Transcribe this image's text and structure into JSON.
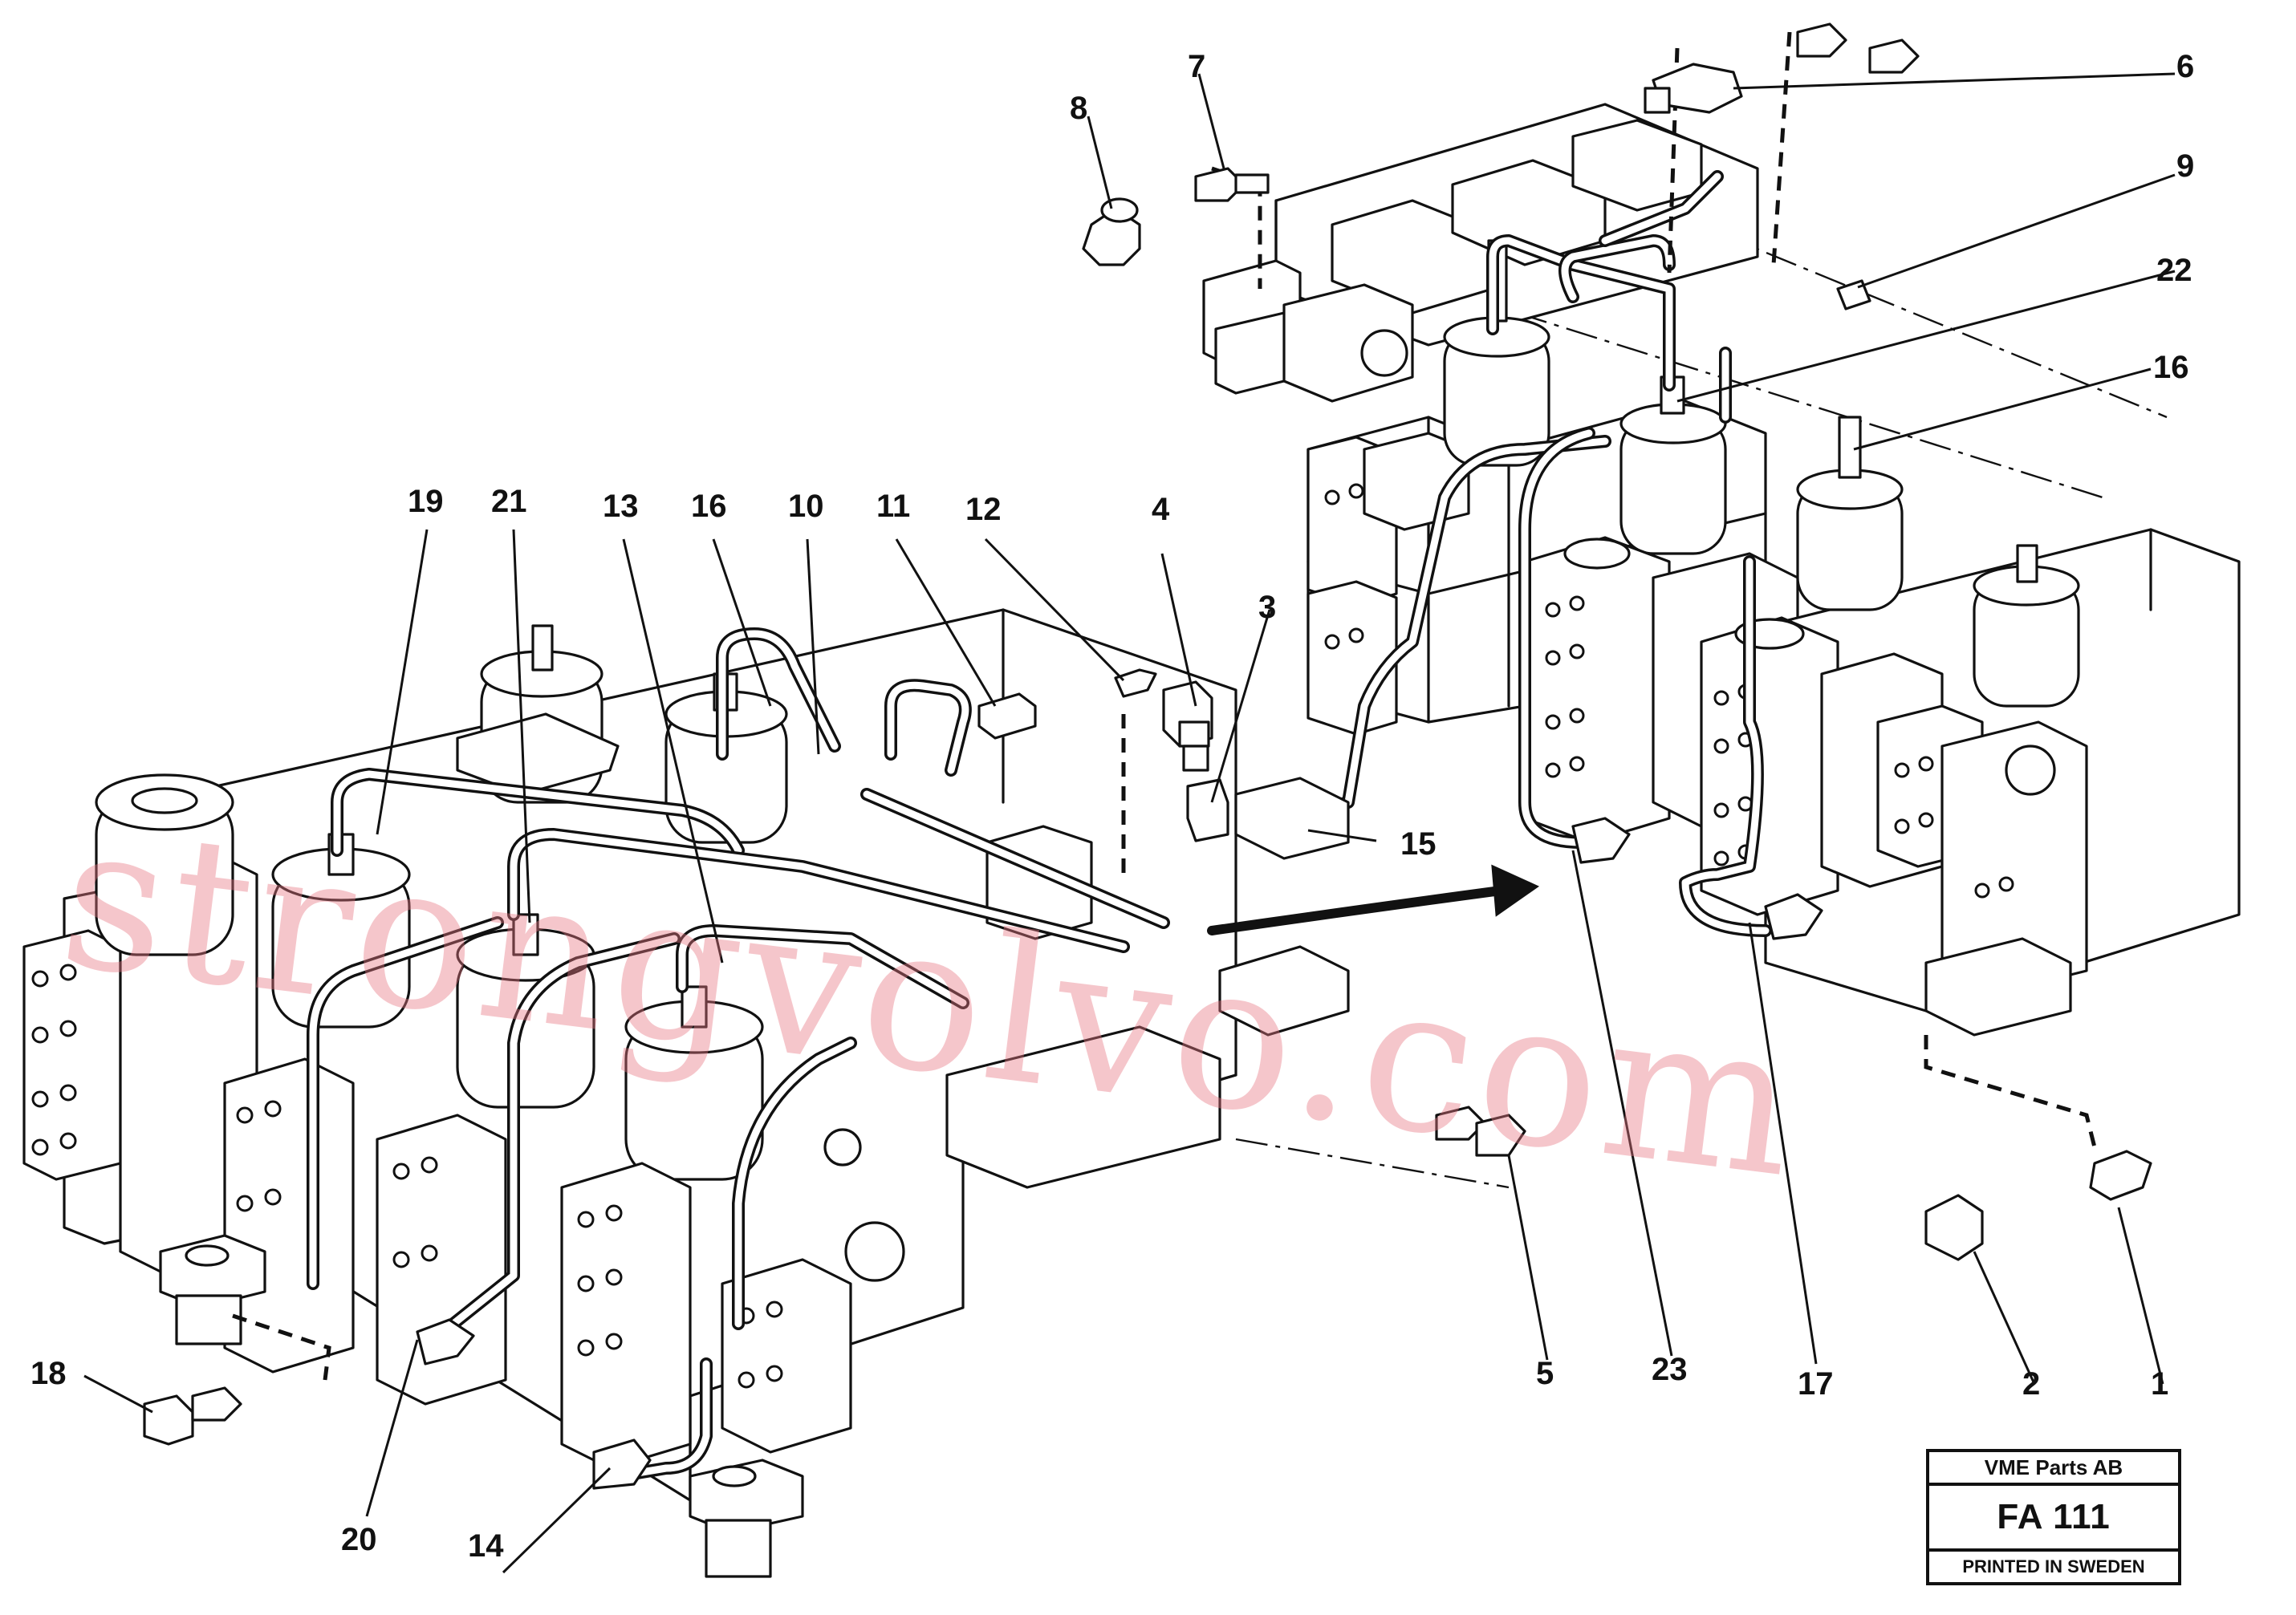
{
  "watermark": "strongvolvo.com",
  "callouts": [
    {
      "id": "1",
      "label": "1"
    },
    {
      "id": "2",
      "label": "2"
    },
    {
      "id": "3",
      "label": "3"
    },
    {
      "id": "4",
      "label": "4"
    },
    {
      "id": "5",
      "label": "5"
    },
    {
      "id": "6",
      "label": "6"
    },
    {
      "id": "7",
      "label": "7"
    },
    {
      "id": "8",
      "label": "8"
    },
    {
      "id": "9",
      "label": "9"
    },
    {
      "id": "10",
      "label": "10"
    },
    {
      "id": "11",
      "label": "11"
    },
    {
      "id": "12",
      "label": "12"
    },
    {
      "id": "13",
      "label": "13"
    },
    {
      "id": "14",
      "label": "14"
    },
    {
      "id": "15",
      "label": "15"
    },
    {
      "id": "16a",
      "label": "16"
    },
    {
      "id": "16b",
      "label": "16"
    },
    {
      "id": "17",
      "label": "17"
    },
    {
      "id": "18",
      "label": "18"
    },
    {
      "id": "19",
      "label": "19"
    },
    {
      "id": "20",
      "label": "20"
    },
    {
      "id": "21",
      "label": "21"
    },
    {
      "id": "22",
      "label": "22"
    },
    {
      "id": "23",
      "label": "23"
    }
  ],
  "title_block": {
    "company": "VME Parts AB",
    "code": "FA 111",
    "printed": "PRINTED IN SWEDEN"
  }
}
